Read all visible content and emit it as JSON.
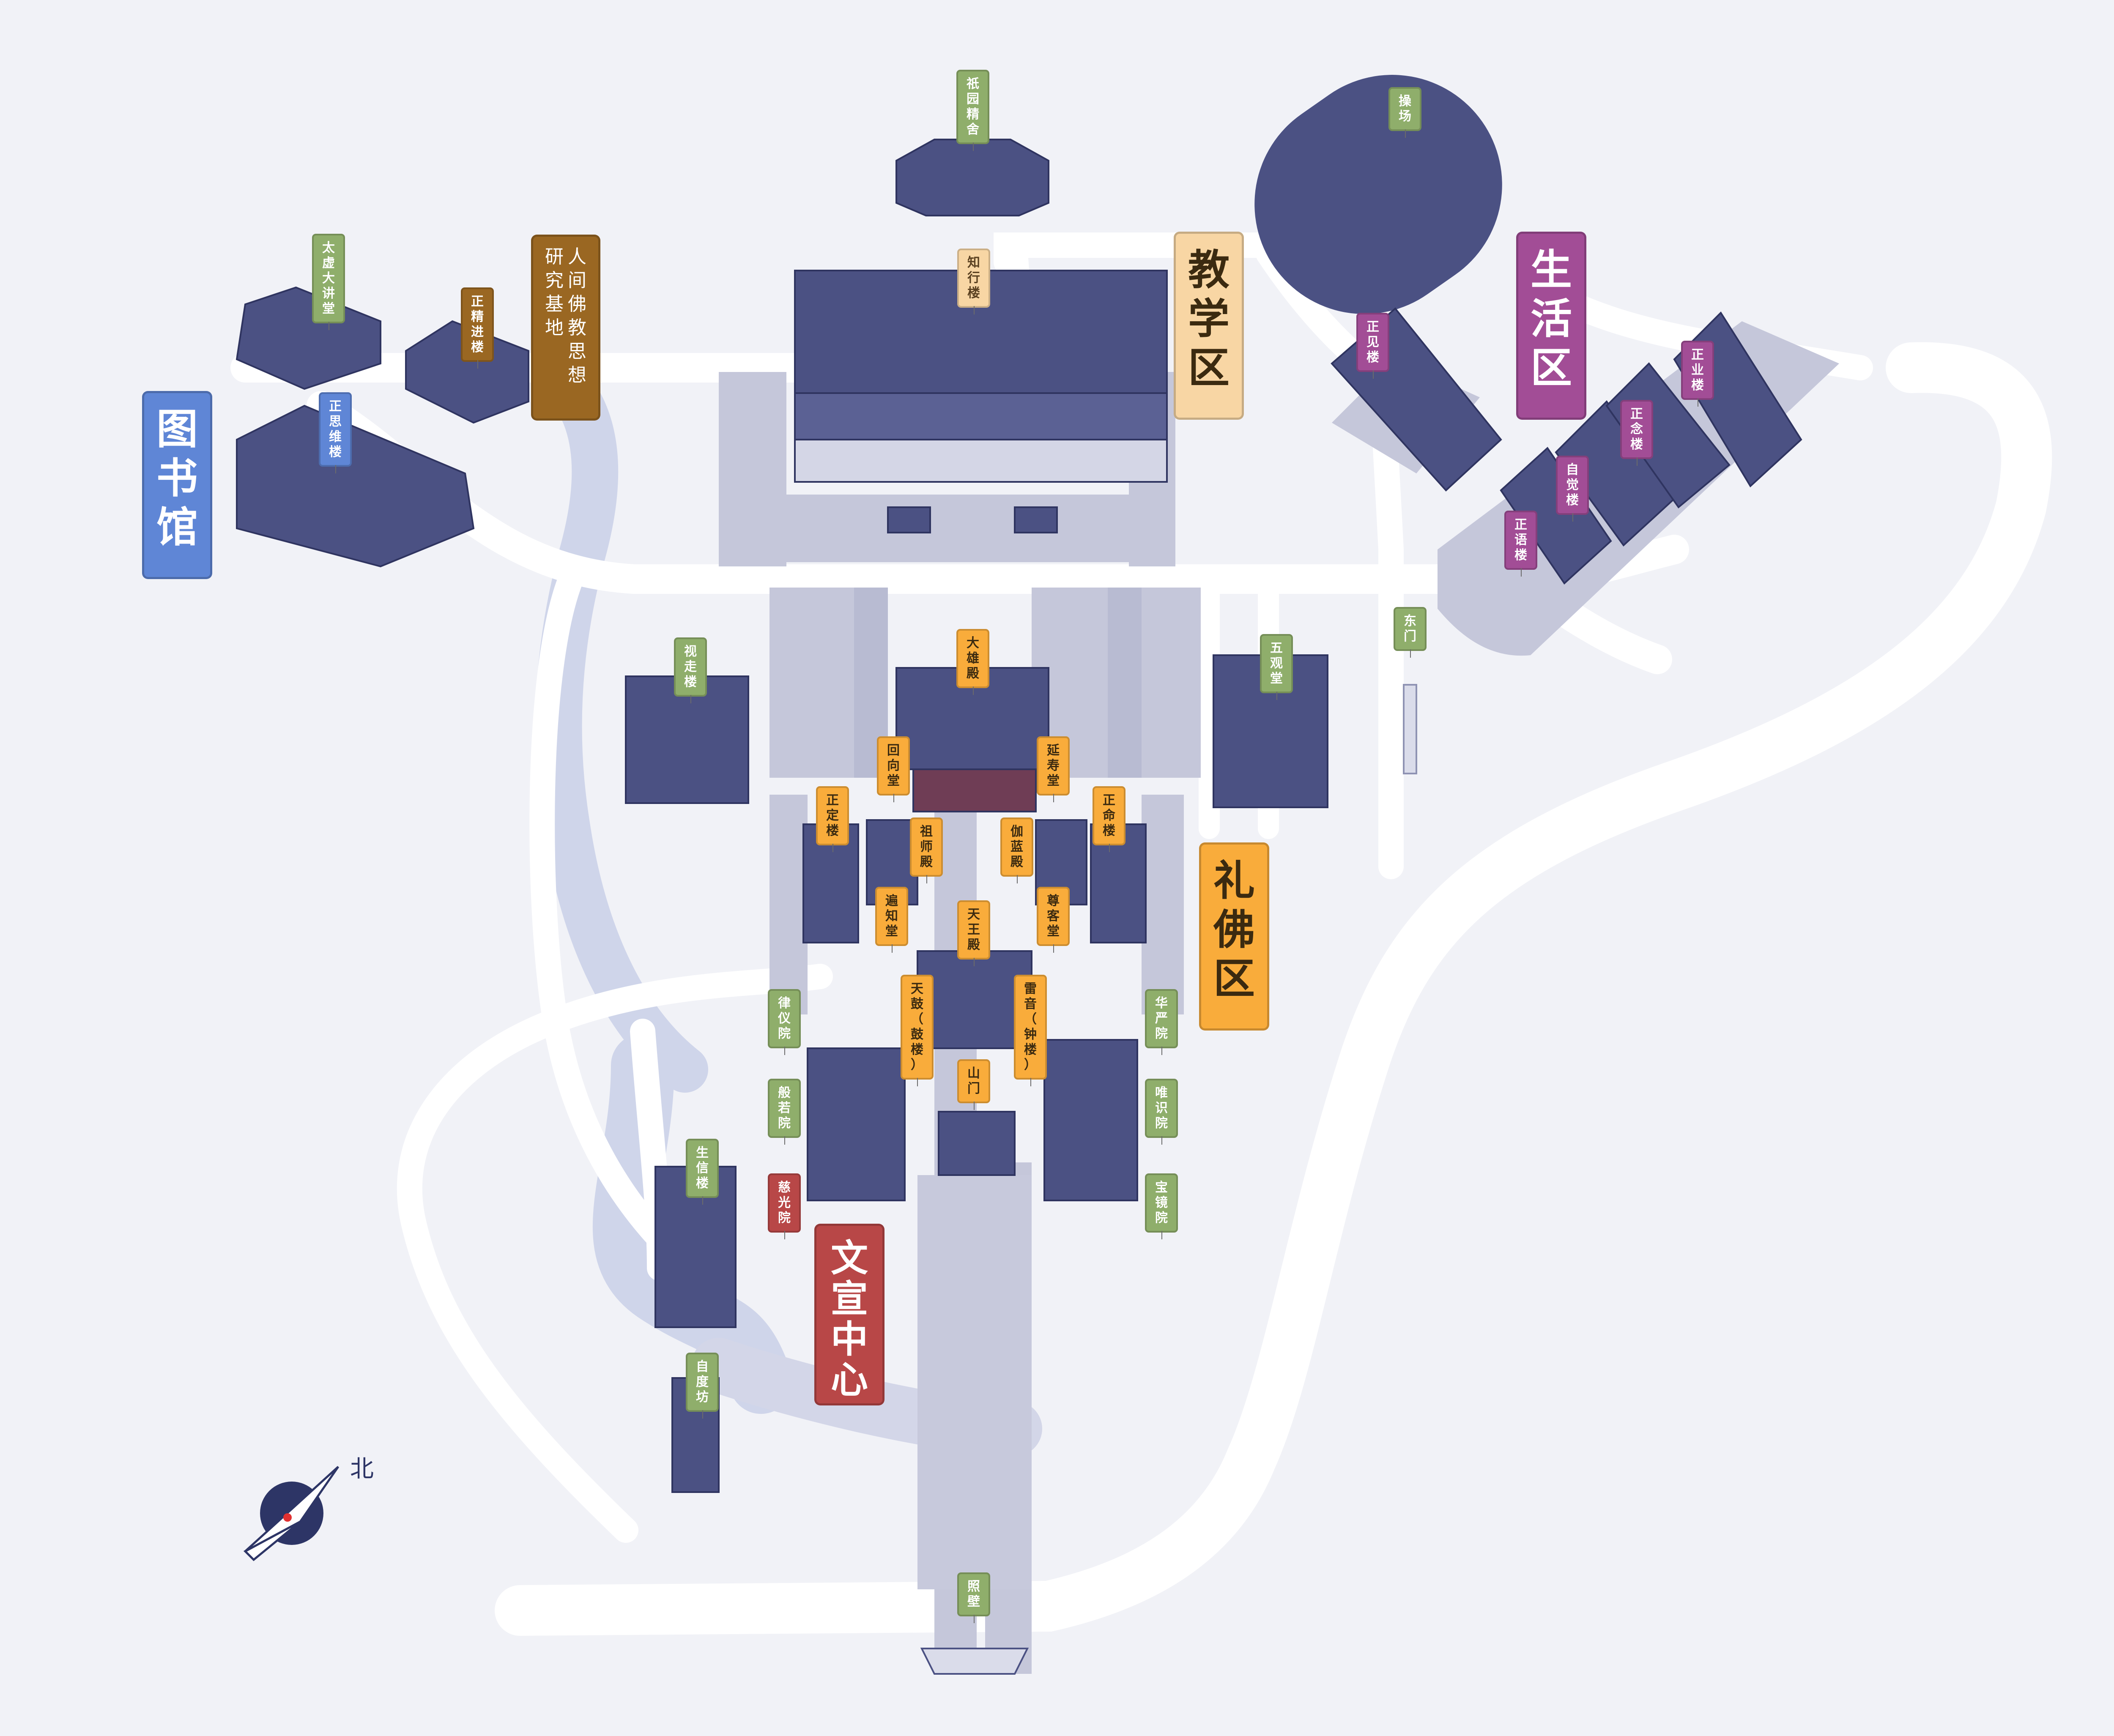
{
  "zones": {
    "library": "图书馆",
    "teaching": "教学区",
    "living": "生活区",
    "worship": "礼佛区",
    "wenxuan": "文宣中心"
  },
  "research_base": {
    "line1": "人间佛教思想",
    "line2": "研究基地"
  },
  "compass": {
    "label": "北"
  },
  "labels": {
    "qiyuan": "祇园精舍",
    "zhixing": "知行楼",
    "taixu": "太虚大讲堂",
    "zhengjing": "正精进楼",
    "zhengsiwei": "正思维楼",
    "caochang": "操场",
    "zhengjian": "正见楼",
    "zhengye": "正业楼",
    "zhengnian": "正念楼",
    "zijue": "自觉楼",
    "zhengyu": "正语楼",
    "dongmen": "东门",
    "wuguan": "五观堂",
    "shizhi": "视走楼",
    "daxiong": "大雄殿",
    "huixiang": "回向堂",
    "yanshou": "延寿堂",
    "zhengding": "正定楼",
    "zhengming": "正命楼",
    "zushi": "祖师殿",
    "qielan": "伽蓝殿",
    "zhike": "遍知堂",
    "zunke": "尊客堂",
    "tianwang": "天王殿",
    "tiangu": "天鼓（鼓楼）",
    "leiyin": "雷音（钟楼）",
    "shanmen": "山门",
    "luyi": "律仪院",
    "huayan": "华严院",
    "bore": "般若院",
    "weishi": "唯识院",
    "ciguang": "慈光院",
    "baojing": "宝镜院",
    "shengxin": "生信楼",
    "zidu": "自度坊",
    "zhaobi": "照壁"
  },
  "colors": {
    "background": "#f1f2f7",
    "road": "#ffffff",
    "plaza": "#c5c7da",
    "green": "#8fae6b",
    "orange": "#f9ac3b",
    "purple": "#a24d96",
    "blue": "#5f86d6",
    "brown": "#9a6722",
    "red": "#b84747",
    "building": "#4b5183"
  }
}
